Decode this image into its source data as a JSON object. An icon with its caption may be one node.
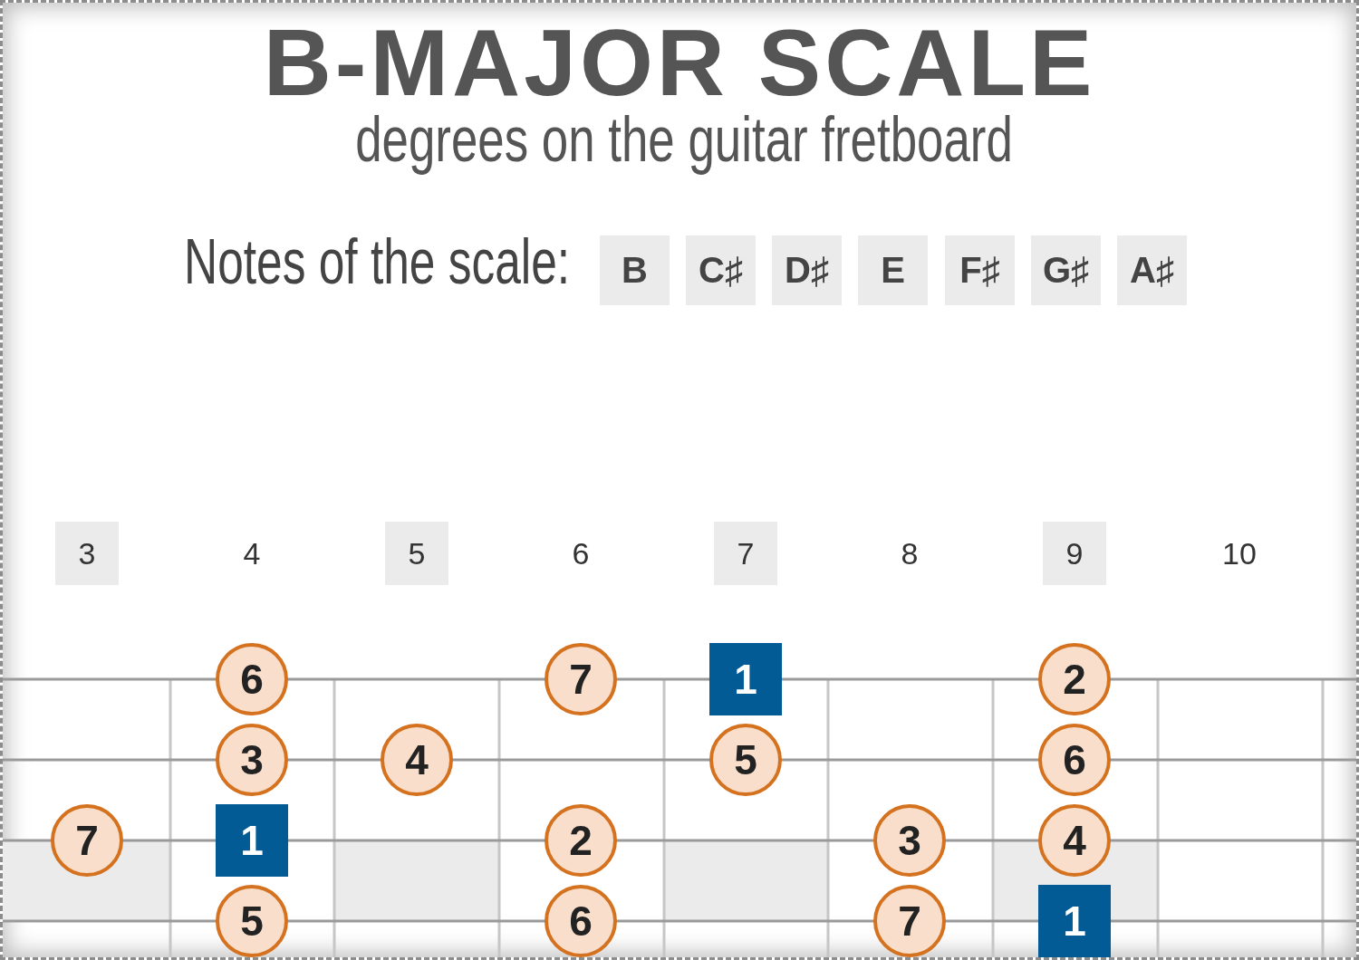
{
  "diagram": {
    "title": "B-MAJOR SCALE",
    "nodes": [
      {
        "text": [
          "B"
        ]
      },
      {
        "text": [
          "C♯"
        ]
      },
      {
        "text": [
          "D♯"
        ]
      },
      {
        "text": [
          "E"
        ]
      },
      {
        "text": [
          "F♯"
        ]
      },
      {
        "text": [
          "G♯"
        ]
      },
      {
        "text": [
          "A♯"
        ]
      },
      {
        "text": [
          "3"
        ]
      },
      {
        "text": [
          "5"
        ]
      },
      {
        "text": [
          "7"
        ]
      },
      {
        "text": [
          "9"
        ]
      },
      {
        "text": [
          "6"
        ]
      },
      {
        "text": [
          "7"
        ]
      },
      {
        "text": [
          "1"
        ]
      },
      {
        "text": [
          "2"
        ]
      },
      {
        "text": [
          "3"
        ]
      },
      {
        "text": [
          "4"
        ]
      },
      {
        "text": [
          "5"
        ]
      },
      {
        "text": [
          "6"
        ]
      },
      {
        "text": [
          "7"
        ]
      },
      {
        "text": [
          "1"
        ]
      },
      {
        "text": [
          "2"
        ]
      },
      {
        "text": [
          "3"
        ]
      },
      {
        "text": [
          "4"
        ]
      },
      {
        "text": [
          "5"
        ]
      },
      {
        "text": [
          "6"
        ]
      },
      {
        "text": [
          "7"
        ]
      },
      {
        "text": [
          "1"
        ]
      }
    ],
    "labels": [
      "degrees on the guitar fretboard",
      "Notes of the scale:",
      "4",
      "6",
      "8",
      "10"
    ]
  }
}
